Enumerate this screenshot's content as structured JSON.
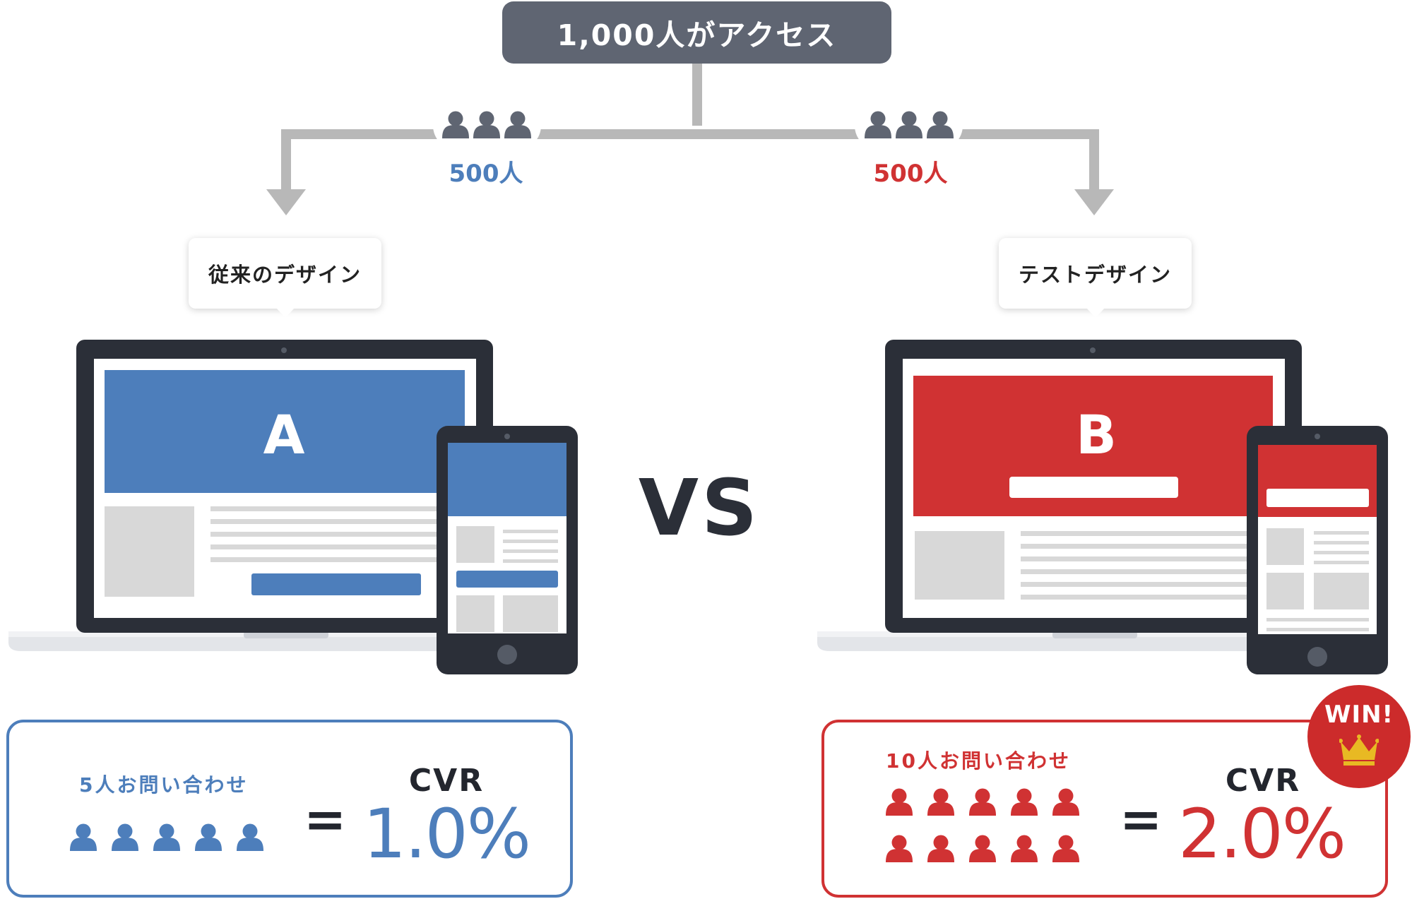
{
  "colors": {
    "blue": "#4d7ebb",
    "red": "#d03233",
    "dark": "#2b2f38",
    "gray_arrow": "#b8b8b8",
    "gray_block": "#d8d8d8",
    "top_bg": "#5f6572",
    "people_gray": "#5f6572",
    "crown": "#e8b923"
  },
  "header": {
    "access_label": "1,000人がアクセス"
  },
  "split": {
    "left": {
      "count": "500人",
      "people_icon": "people-group-icon"
    },
    "right": {
      "count": "500人",
      "people_icon": "people-group-icon"
    }
  },
  "variant_a": {
    "caption": "従来のデザイン",
    "letter": "A"
  },
  "variant_b": {
    "caption": "テストデザイン",
    "letter": "B"
  },
  "vs_label": "VS",
  "result_a": {
    "inquiries": "5人お問い合わせ",
    "people": 5,
    "equals": "=",
    "cvr_label": "CVR",
    "cvr_value": "1.0%"
  },
  "result_b": {
    "inquiries": "10人お問い合わせ",
    "people": 10,
    "equals": "=",
    "cvr_label": "CVR",
    "cvr_value": "2.0%"
  },
  "winner": {
    "label": "WIN!",
    "icon": "crown-icon"
  }
}
